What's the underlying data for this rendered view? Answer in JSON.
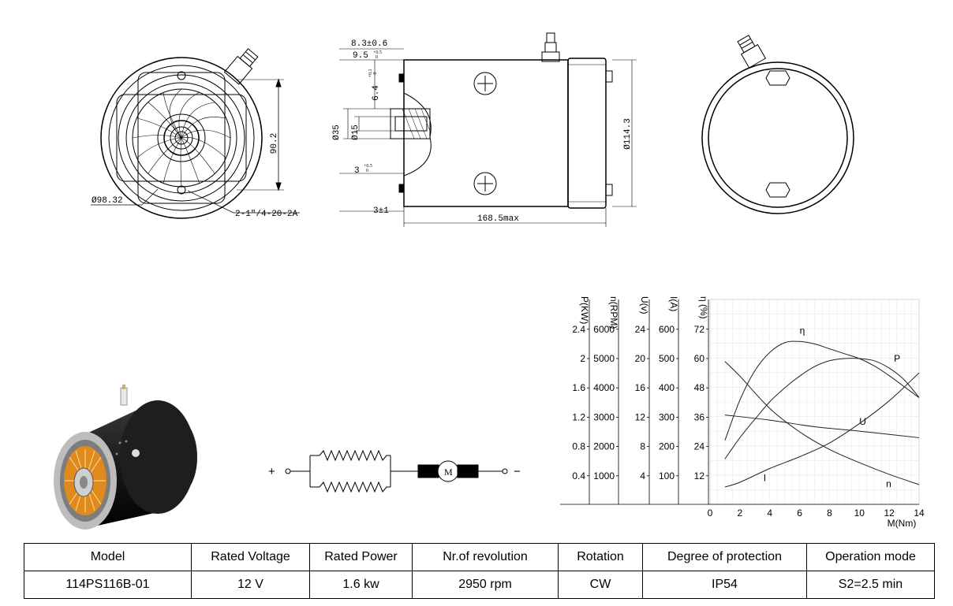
{
  "drawing": {
    "front_dims": {
      "height": "90.2",
      "dia": "Ø98.32",
      "thread": "2-1\"/4-20-2A"
    },
    "side_dims": {
      "d1": "8.3±0.6",
      "d2": "9.5",
      "d2_tol": "+0.5",
      "d2_tol2": "0",
      "d3": "6.4",
      "d3_tol": "+0.1",
      "d3_tol2": "0",
      "d4": "Ø35",
      "d5": "Ø15",
      "d6": "3",
      "d6_tol": "+0.5",
      "d6_tol2": "0",
      "d7": "3±1",
      "length": "168.5max",
      "dia": "Ø114.3"
    }
  },
  "schematic": {
    "plus": "+",
    "minus": "−",
    "motor_label": "M"
  },
  "chart_data": {
    "type": "line",
    "xlabel": "M(Nm)",
    "x_ticks": [
      0,
      2,
      4,
      6,
      8,
      10,
      12,
      14
    ],
    "xlim": [
      0,
      14
    ],
    "axes": [
      {
        "label": "P(KW)",
        "ticks": [
          "0.4",
          "0.8",
          "1.2",
          "1.6",
          "2",
          "2.4"
        ]
      },
      {
        "label": "n(RPM)",
        "ticks": [
          "1000",
          "2000",
          "3000",
          "4000",
          "5000",
          "6000"
        ]
      },
      {
        "label": "U(v)",
        "ticks": [
          "4",
          "8",
          "12",
          "16",
          "20",
          "24"
        ]
      },
      {
        "label": "I(A)",
        "ticks": [
          "100",
          "200",
          "300",
          "400",
          "500",
          "600"
        ]
      },
      {
        "label": "η (%)",
        "ticks": [
          "12",
          "24",
          "36",
          "48",
          "60",
          "72"
        ]
      }
    ],
    "series": [
      {
        "name": "η",
        "unit": "%",
        "x": [
          1,
          2,
          3,
          4,
          5,
          6,
          7,
          8,
          9,
          10,
          11,
          12,
          13,
          14
        ],
        "y": [
          26.5,
          43,
          55,
          62.5,
          66.5,
          67,
          66,
          64,
          62,
          60,
          57,
          53,
          48.5,
          44
        ]
      },
      {
        "name": "P",
        "unit": "KW",
        "x": [
          1,
          2,
          3,
          4,
          5,
          6,
          7,
          8,
          9,
          10,
          11,
          12,
          13,
          14
        ],
        "y": [
          0.63,
          0.92,
          1.17,
          1.41,
          1.6,
          1.76,
          1.89,
          1.97,
          2.0,
          2.0,
          1.97,
          1.87,
          1.71,
          1.47
        ]
      },
      {
        "name": "U",
        "unit": "v",
        "x": [
          1,
          4,
          7,
          10,
          14
        ],
        "y": [
          12.3,
          11.6,
          10.7,
          10.1,
          9.2
        ]
      },
      {
        "name": "I",
        "unit": "A",
        "x": [
          1,
          2,
          4,
          6,
          8,
          10,
          12,
          14
        ],
        "y": [
          62,
          78,
          125,
          165,
          212,
          278,
          356,
          451
        ]
      },
      {
        "name": "n",
        "unit": "RPM",
        "x": [
          1,
          2,
          4,
          6,
          8,
          10,
          12,
          14
        ],
        "y": [
          4900,
          4400,
          3300,
          2500,
          1900,
          1450,
          1050,
          700
        ]
      }
    ]
  },
  "spec_table": {
    "headers": [
      "Model",
      "Rated Voltage",
      "Rated Power",
      "Nr.of revolution",
      "Rotation",
      "Degree of protection",
      "Operation mode"
    ],
    "values": [
      "114PS116B-01",
      "12 V",
      "1.6 kw",
      "2950 rpm",
      "CW",
      "IP54",
      "S2=2.5 min"
    ]
  }
}
